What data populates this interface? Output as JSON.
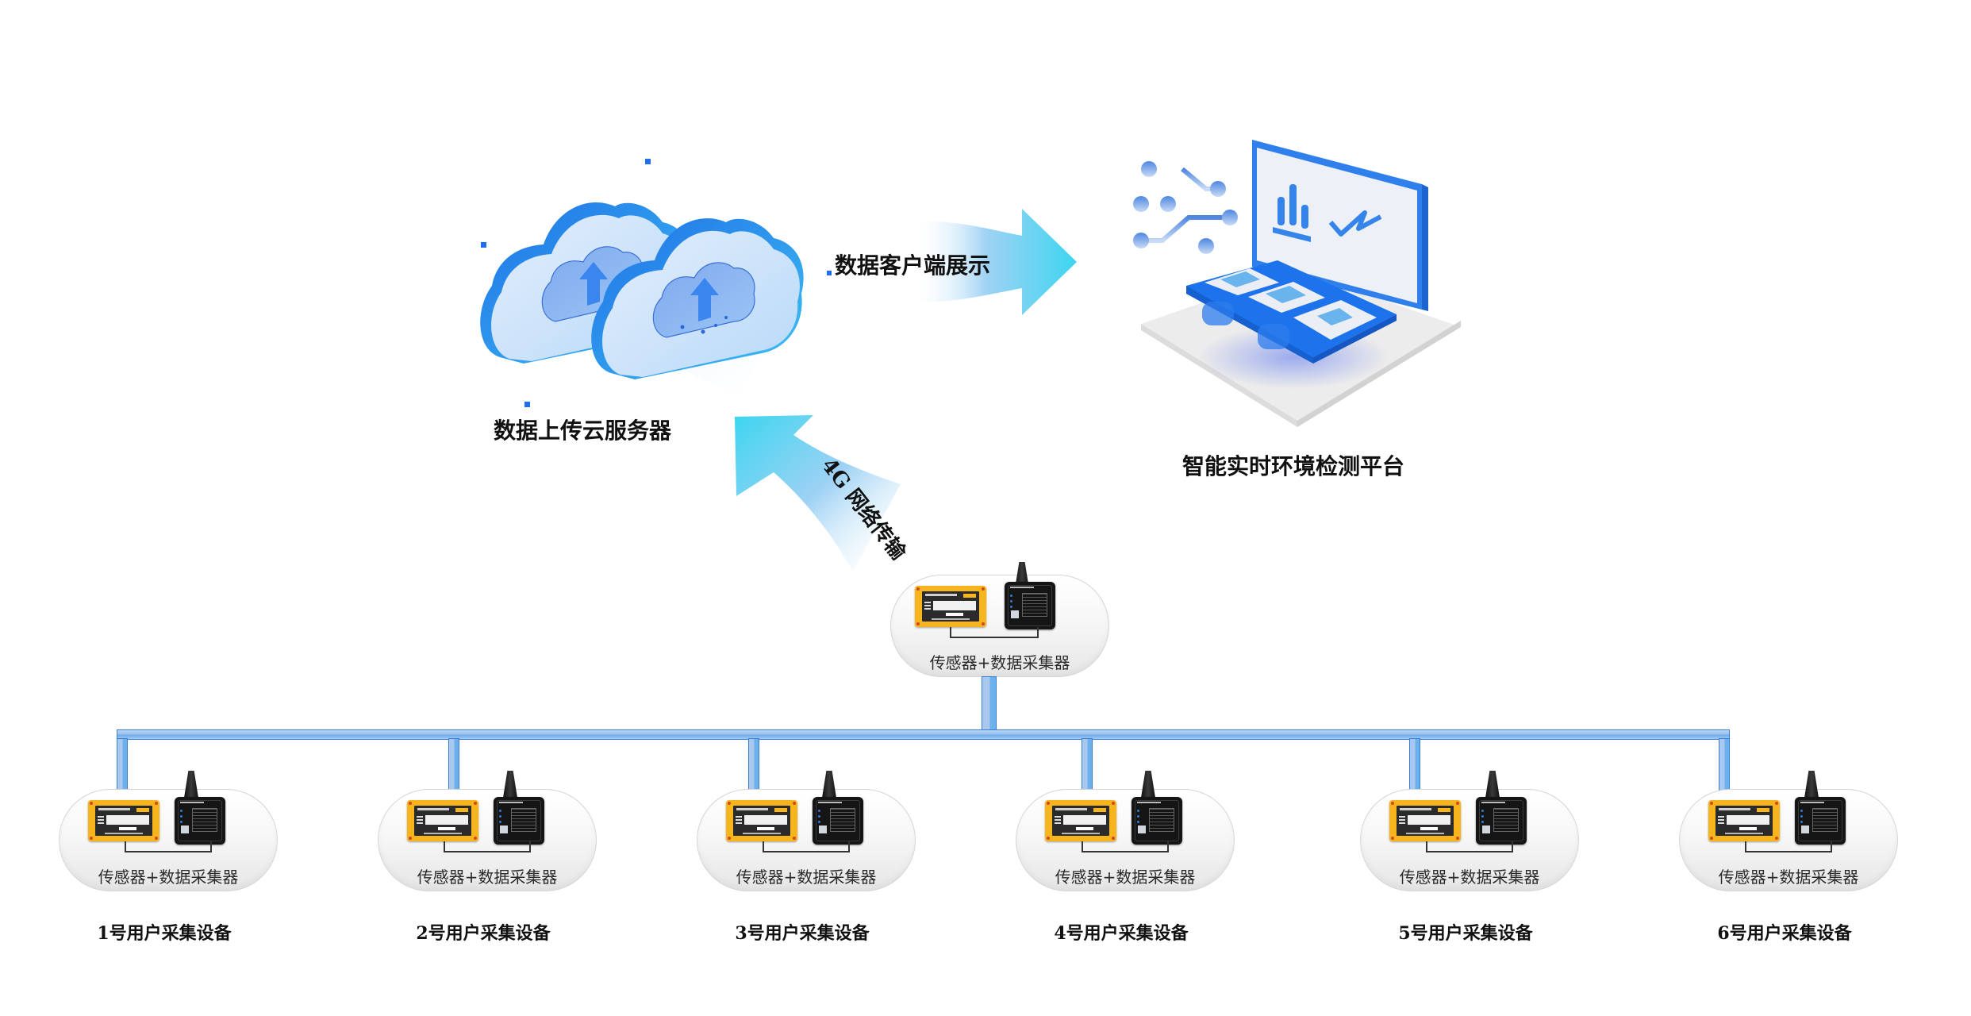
{
  "cloud_server": {
    "label": "数据上传云服务器",
    "icon": "upload-cloud-icon"
  },
  "arrow_client": {
    "label": "数据客户端展示",
    "icon": "arrow-right-icon"
  },
  "arrow_network": {
    "label": "4G 网络传输",
    "icon": "arrow-up-left-icon"
  },
  "platform": {
    "label": "智能实时环境检测平台",
    "icon": "monitor-dashboard-icon"
  },
  "gateway_device": {
    "text": "传感器+数据采集器"
  },
  "user_devices": [
    {
      "text": "传感器+数据采集器",
      "label": "1号用户采集设备"
    },
    {
      "text": "传感器+数据采集器",
      "label": "2号用户采集设备"
    },
    {
      "text": "传感器+数据采集器",
      "label": "3号用户采集设备"
    },
    {
      "text": "传感器+数据采集器",
      "label": "4号用户采集设备"
    },
    {
      "text": "传感器+数据采集器",
      "label": "5号用户采集设备"
    },
    {
      "text": "传感器+数据采集器",
      "label": "6号用户采集设备"
    }
  ],
  "colors": {
    "accent_blue": "#2f80ec",
    "arrow_cyan": "#3dd5f0",
    "bus_blue": "#6eaeea",
    "device_yellow": "#f6b51c"
  }
}
